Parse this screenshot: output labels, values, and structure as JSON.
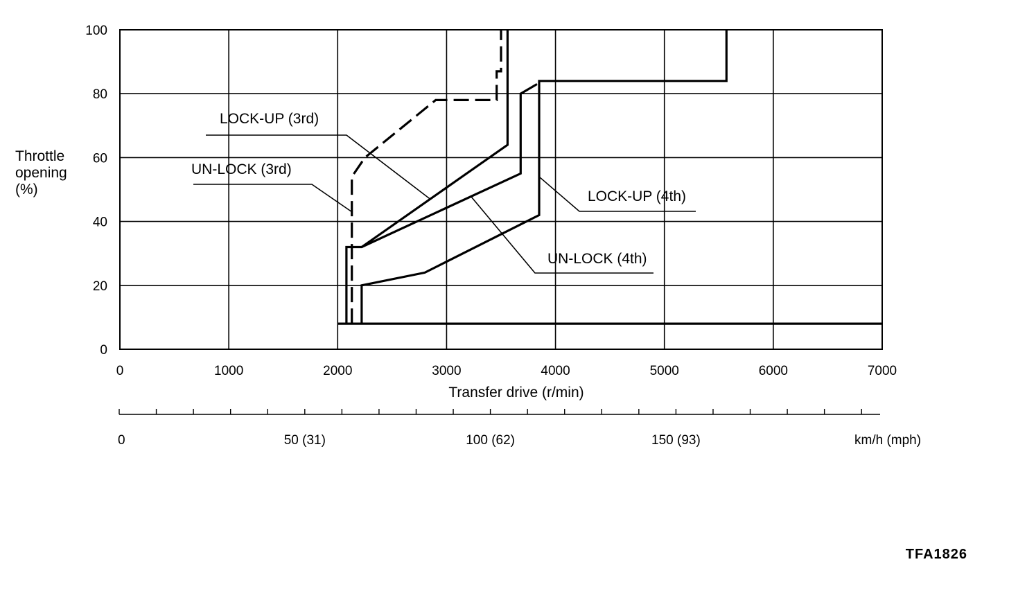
{
  "figure_id": "TFA1826",
  "chart_data": {
    "type": "line",
    "ylabel_lines": [
      "Throttle",
      "opening",
      "(%)"
    ],
    "xlabel": "Transfer drive (r/min)",
    "xlim": [
      0,
      7000
    ],
    "ylim": [
      0,
      100
    ],
    "x_ticks": [
      "0",
      "1000",
      "2000",
      "3000",
      "4000",
      "5000",
      "6000",
      "7000"
    ],
    "y_ticks": [
      "0",
      "20",
      "40",
      "60",
      "80",
      "100"
    ],
    "grid": true,
    "secondary_axis": {
      "unit_label": "km/h (mph)",
      "labels": [
        "0",
        "50 (31)",
        "100 (62)",
        "150 (93)"
      ],
      "label_kmh": [
        0,
        50,
        100,
        150
      ],
      "max_kmh": 205
    },
    "series": [
      {
        "name": "LOCK-UP (3rd)",
        "style": "solid",
        "points": [
          [
            2080,
            8
          ],
          [
            2080,
            32
          ],
          [
            2220,
            32
          ],
          [
            3560,
            64
          ],
          [
            3560,
            100
          ]
        ]
      },
      {
        "name": "UN-LOCK (3rd)",
        "style": "dashed",
        "points": [
          [
            2130,
            8
          ],
          [
            2130,
            54
          ],
          [
            2250,
            60
          ],
          [
            2900,
            78
          ],
          [
            3460,
            78
          ],
          [
            3460,
            87
          ],
          [
            3500,
            87
          ],
          [
            3500,
            100
          ]
        ]
      },
      {
        "name": "LOCK-UP (4th)",
        "style": "solid",
        "points": [
          [
            2220,
            8
          ],
          [
            2220,
            20
          ],
          [
            2800,
            24
          ],
          [
            3850,
            42
          ],
          [
            3850,
            84
          ],
          [
            3950,
            84
          ],
          [
            5570,
            84
          ],
          [
            5570,
            100
          ]
        ]
      },
      {
        "name": "UN-LOCK (4th)",
        "style": "solid",
        "points": [
          [
            2220,
            32
          ],
          [
            3680,
            55
          ],
          [
            3680,
            80
          ],
          [
            3830,
            83
          ]
        ]
      },
      {
        "name": "",
        "style": "solid",
        "points": [
          [
            2000,
            8
          ],
          [
            7000,
            8
          ]
        ]
      }
    ],
    "annotations": [
      {
        "text": "LOCK-UP (3rd)",
        "series": 0
      },
      {
        "text": "UN-LOCK (3rd)",
        "series": 1
      },
      {
        "text": "LOCK-UP (4th)",
        "series": 2
      },
      {
        "text": "UN-LOCK (4th)",
        "series": 3
      }
    ]
  }
}
